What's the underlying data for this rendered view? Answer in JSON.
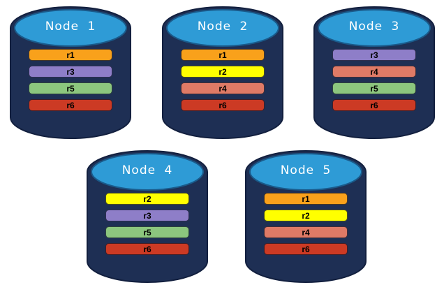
{
  "colors": {
    "background": "#FFFFFF",
    "cylinder_body": "#1E2F54",
    "cylinder_outline": "#121F3E",
    "cylinder_top": "#2E9BD6",
    "cylinder_top_outline": "#1A5A8A",
    "node_label_text": "#FFFFFF",
    "bar_text": "#000000"
  },
  "palette": {
    "r1": "#F9A11B",
    "r2": "#FFFF00",
    "r3": "#8E7EC8",
    "r4": "#DF7A66",
    "r5": "#8CC67E",
    "r6": "#CC3A24"
  },
  "nodes": [
    {
      "label": "Node 1",
      "bars": [
        "r1",
        "r3",
        "r5",
        "r6"
      ]
    },
    {
      "label": "Node 2",
      "bars": [
        "r1",
        "r2",
        "r4",
        "r6"
      ]
    },
    {
      "label": "Node 3",
      "bars": [
        "r3",
        "r4",
        "r5",
        "r6"
      ]
    },
    {
      "label": "Node 4",
      "bars": [
        "r2",
        "r3",
        "r5",
        "r6"
      ]
    },
    {
      "label": "Node 5",
      "bars": [
        "r1",
        "r2",
        "r4",
        "r6"
      ]
    }
  ]
}
